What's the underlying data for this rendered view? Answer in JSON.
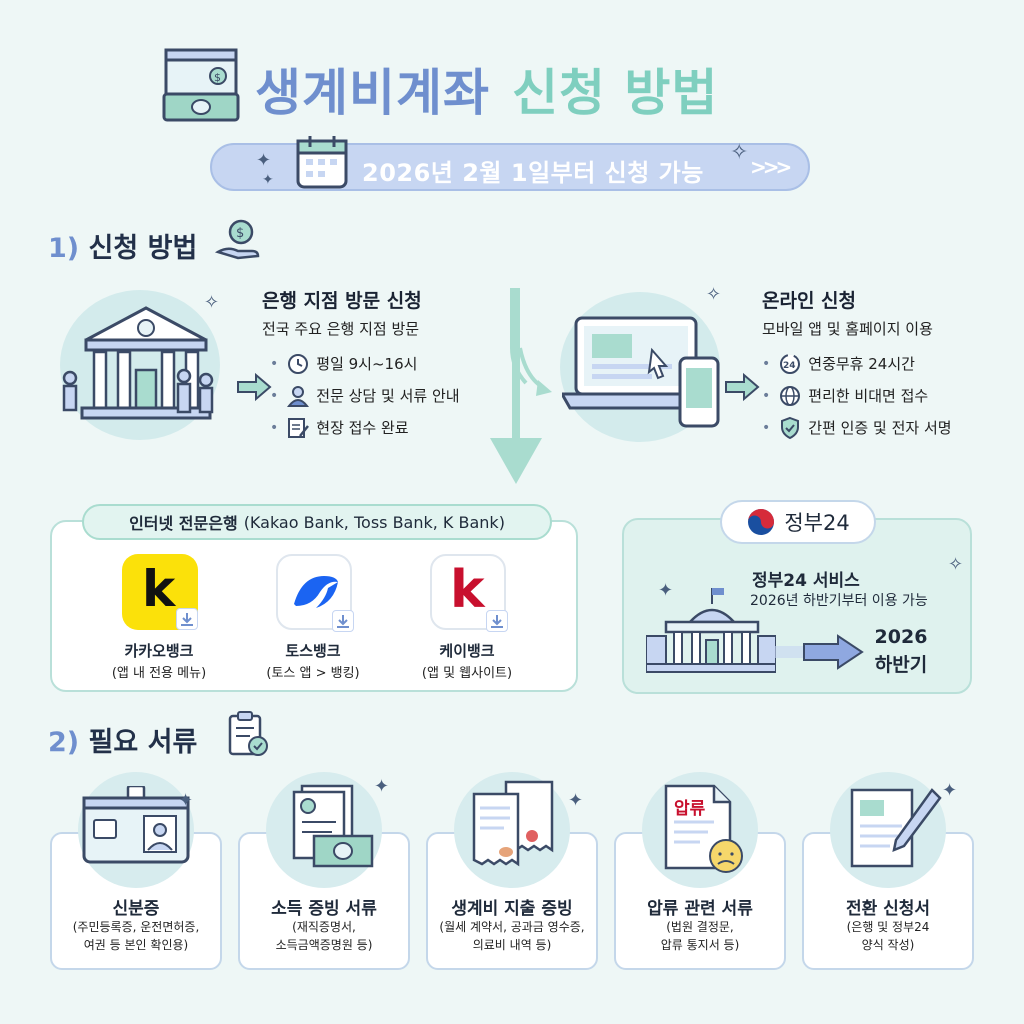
{
  "header": {
    "title_part1": "생계비계좌",
    "title_part2": "신청 방법",
    "date_text": "2026년 2월 1일부터 신청 가능",
    "date_arrow": ">>>"
  },
  "section1": {
    "number": "1)",
    "label": "신청 방법"
  },
  "bank_visit": {
    "title": "은행 지점 방문 신청",
    "subtitle": "전국 주요 은행 지점 방문",
    "items": [
      {
        "icon": "clock-icon",
        "text": "평일 9시~16시"
      },
      {
        "icon": "consultant-icon",
        "text": "전문 상담 및 서류 안내"
      },
      {
        "icon": "form-icon",
        "text": "현장 접수 완료"
      }
    ]
  },
  "online": {
    "title": "온라인 신청",
    "subtitle": "모바일 앱 및 홈페이지 이용",
    "items": [
      {
        "icon": "24h-icon",
        "text": "연중무휴 24시간"
      },
      {
        "icon": "globe-icon",
        "text": "편리한 비대면 접수"
      },
      {
        "icon": "shield-check-icon",
        "text": "간편 인증 및 전자 서명"
      }
    ]
  },
  "internet_banks": {
    "label_bold": "인터넷 전문은행",
    "label_rest": "(Kakao Bank, Toss Bank, K Bank)",
    "apps": [
      {
        "name": "카카오뱅크",
        "note": "(앱 내 전용 메뉴)",
        "letter": "k",
        "color": "#fbe10a"
      },
      {
        "name": "토스뱅크",
        "note": "(토스 앱 > 뱅킹)",
        "letter": "",
        "color": "#ffffff"
      },
      {
        "name": "케이뱅크",
        "note": "(앱 및 웹사이트)",
        "letter": "k",
        "color": "#ffffff"
      }
    ]
  },
  "gov24": {
    "badge": "정부24",
    "title": "정부24 서비스",
    "subtitle": "2026년 하반기부터 이용 가능",
    "year": "2026",
    "half": "하반기"
  },
  "section2": {
    "number": "2)",
    "label": "필요 서류"
  },
  "documents": [
    {
      "title": "신분증",
      "note1": "(주민등록증, 운전면허증,",
      "note2": "여권 등 본인 확인용)"
    },
    {
      "title": "소득 증빙 서류",
      "note1": "(재직증명서,",
      "note2": "소득금액증명원 등)"
    },
    {
      "title": "생계비 지출 증빙",
      "note1": "(월세 계약서, 공과금 영수증,",
      "note2": "의료비 내역 등)"
    },
    {
      "title": "압류 관련 서류",
      "note1": "(법원 결정문,",
      "note2": "압류 통지서 등)"
    },
    {
      "title": "전환 신청서",
      "note1": "(은행 및 정부24",
      "note2": "양식 작성)"
    }
  ],
  "seizure_stamp": "압류",
  "colors": {
    "accent_blue": "#6f8fce",
    "accent_mint": "#7fcfbf",
    "background": "#eef7f6"
  }
}
